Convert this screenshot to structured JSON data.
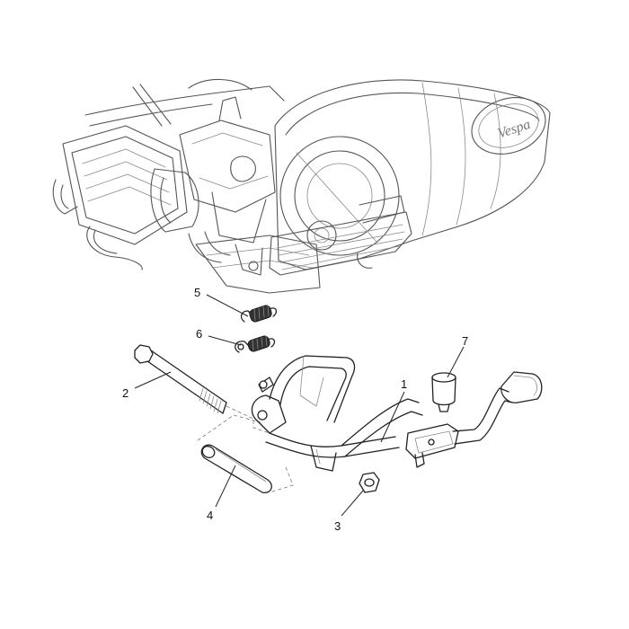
{
  "brand_mark": "Vespa",
  "callouts": [
    {
      "id": "1",
      "label": "1"
    },
    {
      "id": "2",
      "label": "2"
    },
    {
      "id": "3",
      "label": "3"
    },
    {
      "id": "4",
      "label": "4"
    },
    {
      "id": "5",
      "label": "5"
    },
    {
      "id": "6",
      "label": "6"
    },
    {
      "id": "7",
      "label": "7"
    }
  ]
}
